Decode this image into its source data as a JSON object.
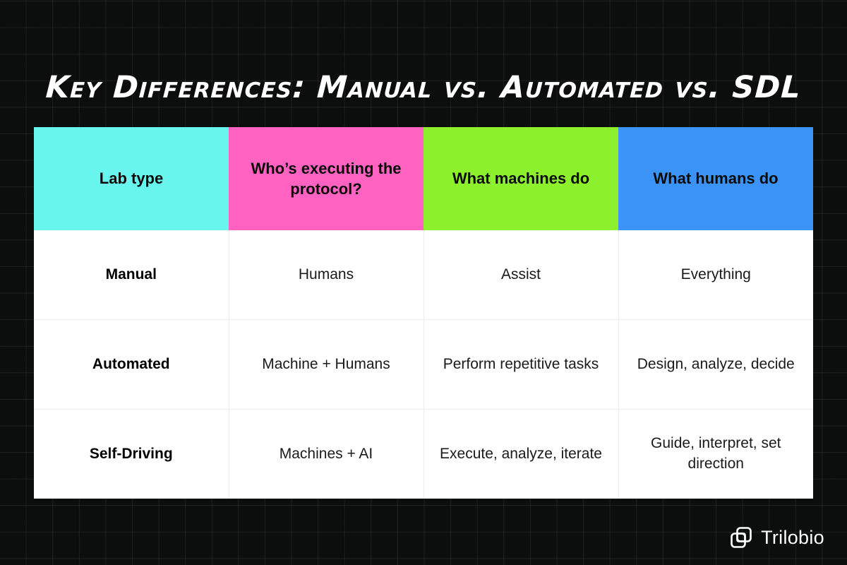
{
  "page": {
    "title": "Key Differences: Manual vs. Automated vs. SDL",
    "background_color": "#0c0d0d",
    "grid_line_color": "#96beb9"
  },
  "table": {
    "headers": [
      {
        "label": "Lab type",
        "color": "#68f5ee"
      },
      {
        "label": "Who’s executing the protocol?",
        "color": "#ff62c0"
      },
      {
        "label": "What machines do",
        "color": "#8cf02c"
      },
      {
        "label": "What humans do",
        "color": "#3b94f5"
      }
    ],
    "rows": [
      {
        "lab_type": "Manual",
        "who_executes": "Humans",
        "machines_do": "Assist",
        "humans_do": "Everything"
      },
      {
        "lab_type": "Automated",
        "who_executes": "Machine + Humans",
        "machines_do": "Perform repetitive tasks",
        "humans_do": "Design, analyze, decide"
      },
      {
        "lab_type": "Self-Driving",
        "who_executes": "Machines + AI",
        "machines_do": "Execute, analyze, iterate",
        "humans_do": "Guide, interpret, set direction"
      }
    ]
  },
  "brand": {
    "name": "Trilobio",
    "logo_icon": "overlapping-squares-icon",
    "color": "#ffffff"
  }
}
